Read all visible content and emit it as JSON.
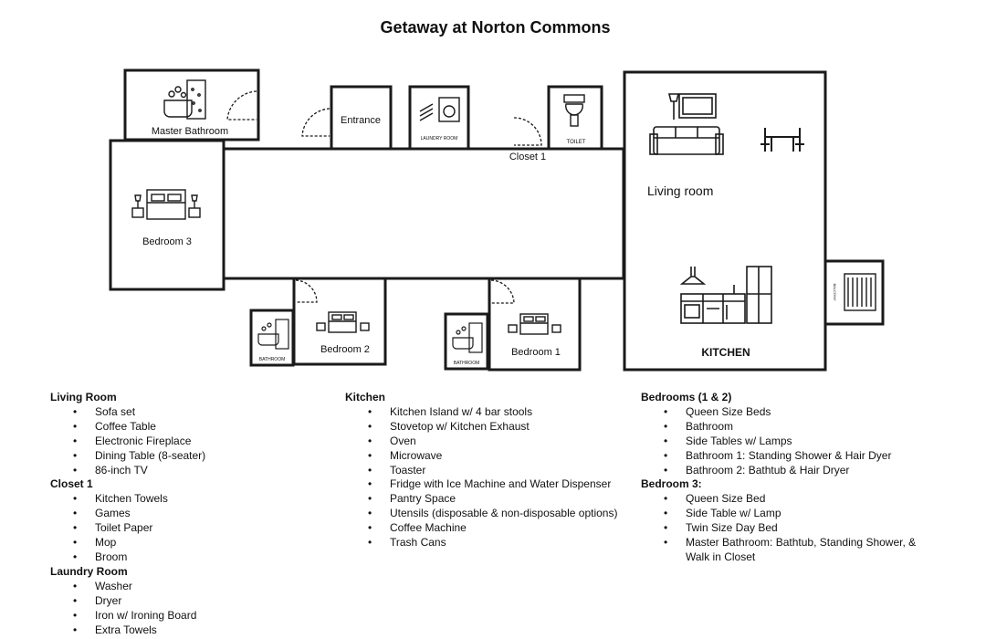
{
  "title": "Getaway at Norton Commons",
  "plan": {
    "master_bathroom": "Master Bathroom",
    "entrance": "Entrance",
    "laundry_room": "LAUNDRY ROOM",
    "toilet": "TOILET",
    "closet_1": "Closet 1",
    "living_room": "Living room",
    "bedroom_3": "Bedroom 3",
    "bedroom_2": "Bedroom 2",
    "bedroom_1": "Bedroom 1",
    "bathroom_a": "BATHROOM",
    "bathroom_b": "BATHROOM",
    "kitchen": "KITCHEN",
    "balcony": "BALCONY"
  },
  "lists": {
    "living_room": {
      "heading": "Living Room",
      "items": [
        "Sofa set",
        "Coffee Table",
        "Electronic Fireplace",
        "Dining Table (8-seater)",
        "86-inch TV"
      ]
    },
    "closet_1": {
      "heading": "Closet 1",
      "items": [
        "Kitchen Towels",
        "Games",
        "Toilet Paper",
        "Mop",
        "Broom"
      ]
    },
    "laundry_room": {
      "heading": "Laundry Room",
      "items": [
        "Washer",
        "Dryer",
        "Iron w/ Ironing Board",
        "Extra Towels"
      ]
    },
    "kitchen": {
      "heading": "Kitchen",
      "items": [
        "Kitchen Island w/ 4 bar stools",
        "Stovetop w/ Kitchen Exhaust",
        "Oven",
        "Microwave",
        "Toaster",
        "Fridge with Ice Machine and Water Dispenser",
        "Pantry Space",
        "Utensils (disposable & non-disposable options)",
        "Coffee Machine",
        "Trash Cans"
      ]
    },
    "bedrooms_1_2": {
      "heading": "Bedrooms (1 & 2)",
      "items": [
        "Queen Size Beds",
        "Bathroom",
        "Side Tables w/ Lamps",
        "Bathroom 1: Standing Shower & Hair Dyer",
        "Bathroom 2: Bathtub & Hair Dryer"
      ]
    },
    "bedroom_3": {
      "heading": "Bedroom 3:",
      "items": [
        "Queen Size Bed",
        "Side Table w/ Lamp",
        "Twin Size Day Bed",
        "Master Bathroom: Bathtub, Standing Shower, &"
      ],
      "continuation": "Walk in Closet"
    }
  },
  "icons": [
    "bathtub-icon",
    "shower-icon",
    "door-swing-icon",
    "laundry-icon",
    "toilet-icon",
    "bed-icon",
    "tv-icon",
    "sofa-icon",
    "dining-table-icon",
    "range-hood-icon",
    "kitchen-counter-icon",
    "fridge-icon",
    "balcony-icon"
  ]
}
